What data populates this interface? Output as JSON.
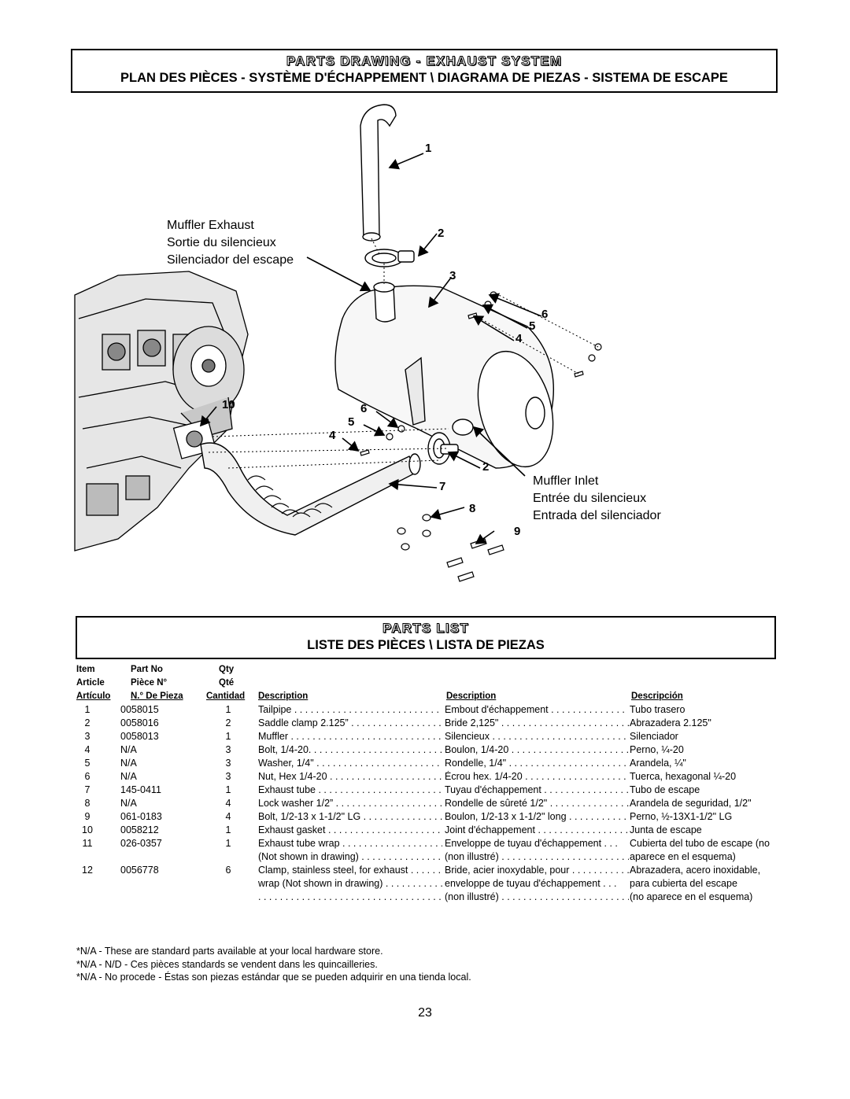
{
  "header": {
    "title": "PARTS DRAWING - EXHAUST SYSTEM",
    "subtitle": "PLAN DES PIÈCES - SYSTÈME D'ÉCHAPPEMENT \\ DIAGRAMA DE PIEZAS - SISTEMA DE ESCAPE"
  },
  "drawing": {
    "callout_exhaust": [
      "Muffler Exhaust",
      "Sortie du silencieux",
      "Silenciador del escape"
    ],
    "callout_inlet": [
      "Muffler Inlet",
      "Entrée du silencieux",
      "Entrada del silenciador"
    ],
    "item_numbers": [
      "1",
      "2",
      "3",
      "6",
      "5",
      "4",
      "10",
      "6",
      "5",
      "4",
      "2",
      "7",
      "8",
      "9"
    ]
  },
  "parts_list": {
    "title": "PARTS LIST",
    "subtitle": "LISTE DES PIÈCES \\ LISTA DE PIEZAS",
    "headers": {
      "item": [
        "Item",
        "Article",
        "Artículo"
      ],
      "part_no": [
        "Part No",
        "Pièce N°",
        "N.° De Pieza"
      ],
      "qty": [
        "Qty",
        "Qté",
        "Cantidad"
      ],
      "desc_en": "Description",
      "desc_fr": "Description",
      "desc_es": "Descripción"
    },
    "rows": [
      {
        "item": "1",
        "part": "0058015",
        "qty": "1",
        "en": "Tailpipe . . . . . . . . . . . . . . . . . . . . . . . . . . . . . . .",
        "fr": "Embout d'échappement . . . . . . . . . . . . . .",
        "es": "Tubo trasero"
      },
      {
        "item": "2",
        "part": "0058016",
        "qty": "2",
        "en": "Saddle clamp 2.125” . . . . . . . . . . . . . . . . . . . .",
        "fr": "Bride 2,125\" . . . . . . . . . . . . . . . . . . . . . . . . . .",
        "es": "Abrazadera 2.125\""
      },
      {
        "item": "3",
        "part": "0058013",
        "qty": "1",
        "en": "Muffler . . . . . . . . . . . . . . . . . . . . . . . . . . . . . . . .",
        "fr": "Silencieux . . . . . . . . . . . . . . . . . . . . . . . . . .",
        "es": "Silenciador"
      },
      {
        "item": "4",
        "part": "N/A",
        "qty": "3",
        "en": "Bolt, 1/4-20. . . . . . . . . . . . . . . . . . . . . . . . . . . .",
        "fr": "Boulon, 1/4-20 . . . . . . . . . . . . . . . . . . . . . .",
        "es": "Perno, ¼-20"
      },
      {
        "item": "5",
        "part": "N/A",
        "qty": "3",
        "en": "Washer, 1/4\" . . . . . . . . . . . . . . . . . . . . . . . . . .",
        "fr": "Rondelle, 1/4\" . . . . . . . . . . . . . . . . . . . . . .",
        "es": "Arandela, ¼\""
      },
      {
        "item": "6",
        "part": "N/A",
        "qty": "3",
        "en": "Nut, Hex 1/4-20 . . . . . . . . . . . . . . . . . . . . . . .",
        "fr": "Écrou hex. 1/4-20 . . . . . . . . . . . . . . . . . . . .",
        "es": "Tuerca, hexagonal ¼-20"
      },
      {
        "item": "7",
        "part": "145-0411",
        "qty": "1",
        "en": "Exhaust tube . . . . . . . . . . . . . . . . . . . . . . . . . .",
        "fr": "Tuyau d'échappement . . . . . . . . . . . . . . . .",
        "es": "Tubo de escape"
      },
      {
        "item": "8",
        "part": "N/A",
        "qty": "4",
        "en": "Lock washer 1/2” . . . . . . . . . . . . . . . . . . . . . . .",
        "fr": "Rondelle de sûreté 1/2\" . . . . . . . . . . . . . . .",
        "es": "Arandela de seguridad, 1/2\""
      },
      {
        "item": "9",
        "part": "061-0183",
        "qty": "4",
        "en": "Bolt, 1/2-13 x 1-1/2\" LG . . . . . . . . . . . . . . . .",
        "fr": "Boulon, 1/2-13 x 1-1/2\" long . . . . . . . . . . .",
        "es": "Perno, ½-13X1-1/2\" LG"
      },
      {
        "item": "10",
        "part": "0058212",
        "qty": "1",
        "en": "Exhaust gasket . . . . . . . . . . . . . . . . . . . . . . . .",
        "fr": "Joint d'échappement . . . . . . . . . . . . . . . . .",
        "es": "Junta de escape"
      },
      {
        "item": "11",
        "part": "026-0357",
        "qty": "1",
        "en": "Exhaust tube wrap . . . . . . . . . . . . . . . . . . . . .",
        "fr": "Enveloppe de tuyau d'échappement . . .",
        "es": "Cubierta del tubo de escape (no"
      },
      {
        "item": "",
        "part": "",
        "qty": "",
        "en": "(Not shown in drawing) . . . . . . . . . . . . . . . . .",
        "fr": "(non illustré) . . . . . . . . . . . . . . . . . . . . . . . . . .",
        "es": "aparece en el esquema)"
      },
      {
        "item": "12",
        "part": "0056778",
        "qty": "6",
        "en": "Clamp, stainless steel, for exhaust . . . . . .",
        "fr": "Bride, acier inoxydable, pour . . . . . . . . . . .",
        "es": "Abrazadera, acero inoxidable,"
      },
      {
        "item": "",
        "part": "",
        "qty": "",
        "en": " wrap (Not shown in drawing) . . . . . . . . . . . .",
        "fr": "enveloppe de tuyau d'échappement . . .",
        "es": "para cubierta del escape"
      },
      {
        "item": "",
        "part": "",
        "qty": "",
        "en": ". . . . . . . . . . . . . . . . . . . . . . . . . . . . . . . . . . . . . . . .",
        "fr": " (non illustré) . . . . . . . . . . . . . . . . . . . . . . . .",
        "es": "(no aparece en el esquema)"
      }
    ]
  },
  "notes": [
    "*N/A - These are standard parts available at your local hardware store.",
    "*N/A - N/D - Ces pièces standards se vendent dans les quincailleries.",
    "*N/A - No procede - Éstas son piezas estándar que se pueden adquirir en una tienda local."
  ],
  "page_number": "23"
}
